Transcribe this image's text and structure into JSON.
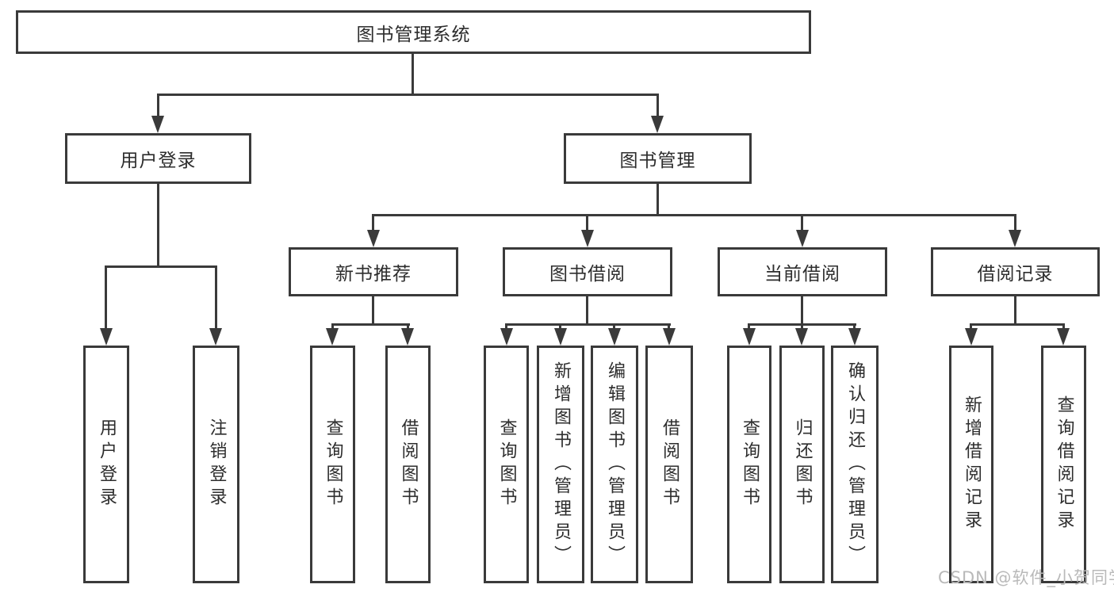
{
  "colors": {
    "line": "#3a3a3a",
    "box_border": "#3a3a3a",
    "text": "#2d2d2d",
    "background": "#ffffff",
    "watermark": "#b9b9b9"
  },
  "tree": {
    "label": "图书管理系统",
    "children": [
      {
        "label": "用户登录",
        "children": [
          {
            "label": "用户登录"
          },
          {
            "label": "注销登录"
          }
        ]
      },
      {
        "label": "图书管理",
        "children": [
          {
            "label": "新书推荐",
            "children": [
              {
                "label": "查询图书"
              },
              {
                "label": "借阅图书"
              }
            ]
          },
          {
            "label": "图书借阅",
            "children": [
              {
                "label": "查询图书"
              },
              {
                "label": "新增图书（管理员）"
              },
              {
                "label": "编辑图书（管理员）"
              },
              {
                "label": "借阅图书"
              }
            ]
          },
          {
            "label": "当前借阅",
            "children": [
              {
                "label": "查询图书"
              },
              {
                "label": "归还图书"
              },
              {
                "label": "确认归还（管理员）"
              }
            ]
          },
          {
            "label": "借阅记录",
            "children": [
              {
                "label": "新增借阅记录"
              },
              {
                "label": "查询借阅记录"
              }
            ]
          }
        ]
      }
    ]
  },
  "watermark": {
    "text": "CSDN @软件_小贺同学"
  }
}
